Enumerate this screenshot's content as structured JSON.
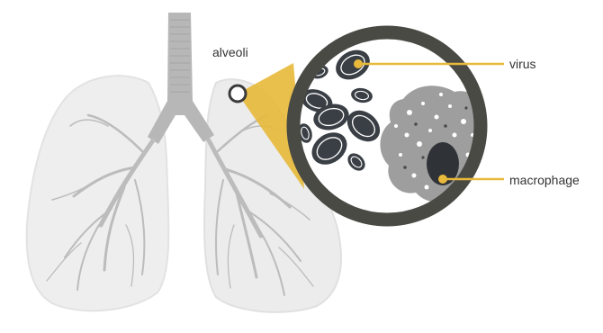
{
  "labels": {
    "alveoli": "alveoli",
    "virus": "virus",
    "macrophage": "macrophage"
  },
  "colors": {
    "lung_fill": "#ececec",
    "lung_edge": "#e0e0e0",
    "airway": "#bdbdbd",
    "trachea": "#b5b5b5",
    "accent_gold": "#e8b93a",
    "lens_ring": "#4a4a45",
    "virus_dark": "#3a3f45",
    "macrophage": "#9d9d9d"
  },
  "icons": {
    "marker": "alveoli-marker-icon",
    "lens": "magnifier-lens"
  }
}
